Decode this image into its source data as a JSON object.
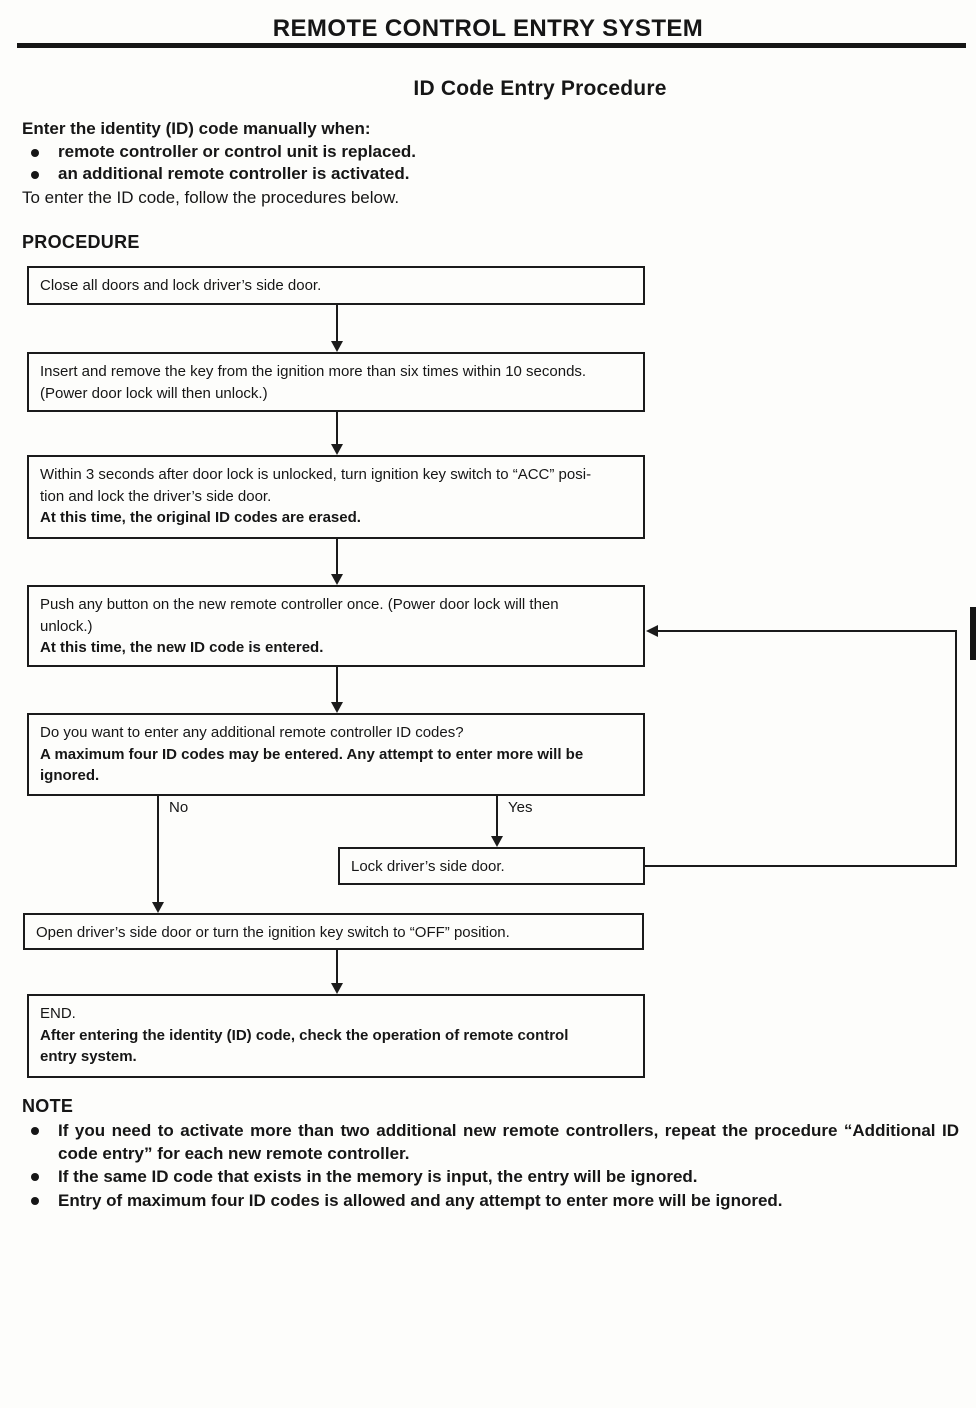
{
  "header": {
    "system_title": "REMOTE CONTROL ENTRY SYSTEM",
    "page_title": "ID Code Entry Procedure"
  },
  "intro": {
    "lead": "Enter the identity (ID) code manually when:",
    "bullets": [
      "remote controller or control unit is replaced.",
      "an additional remote controller is activated."
    ],
    "footer": "To enter the ID code, follow the procedures below."
  },
  "procedure": {
    "heading": "PROCEDURE",
    "steps": [
      {
        "lines": [
          "Close all doors and lock driver’s side door."
        ]
      },
      {
        "lines": [
          "Insert and remove the key from the ignition more than six times within 10 seconds.",
          "(Power door lock will then unlock.)"
        ]
      },
      {
        "lines": [
          "Within 3 seconds after door lock is unlocked, turn ignition key switch to “ACC” posi-",
          "tion and lock the driver’s side door.",
          "At this time, the original ID codes are erased."
        ]
      },
      {
        "lines": [
          "Push any button on the new remote controller once. (Power door lock will then",
          "unlock.)",
          "At this time, the new ID code is entered."
        ]
      },
      {
        "lines": [
          "Do you want to enter any additional remote controller ID codes?",
          "A maximum four ID codes may be entered. Any attempt to enter more will be",
          "ignored."
        ]
      },
      {
        "lines": [
          "Lock driver’s side door."
        ]
      },
      {
        "lines": [
          "Open driver’s side door or turn the ignition key switch to “OFF” position."
        ]
      },
      {
        "lines": [
          "END.",
          "After entering the identity (ID) code, check the operation of remote control",
          "entry system."
        ]
      }
    ],
    "branch_labels": {
      "no": "No",
      "yes": "Yes"
    }
  },
  "note": {
    "heading": "NOTE",
    "items": [
      "If you need to activate more than two additional new remote controllers, repeat the procedure “Additional ID code entry” for each new remote controller.",
      "If the same ID code that exists in the memory is input, the entry will be ignored.",
      "Entry of maximum four ID codes is allowed and any attempt to enter more will be ignored."
    ]
  }
}
